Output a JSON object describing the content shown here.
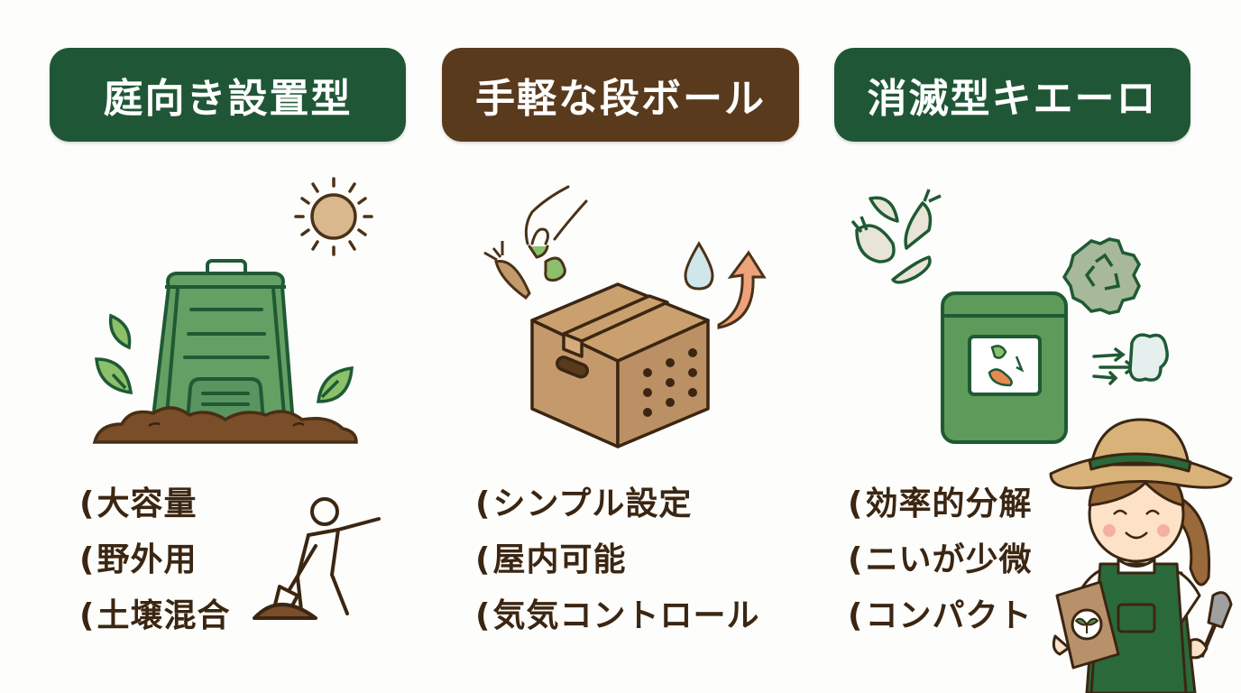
{
  "colors": {
    "green_header": "#1f5736",
    "brown_header": "#5a3a1c",
    "text_brown": "#3b2612",
    "bin_green": "#5e9a5a",
    "soil_brown": "#7a4e28",
    "cardboard": "#c49a6c"
  },
  "columns": [
    {
      "title": "庭向き設置型",
      "illustration": "garden-compost-bin",
      "features": [
        {
          "prefix": "(",
          "text": "大容量"
        },
        {
          "prefix": "(",
          "text": "野外用"
        },
        {
          "prefix": "(",
          "text": "土壌混合"
        }
      ]
    },
    {
      "title": "手軽な段ボール",
      "illustration": "cardboard-compost-box",
      "features": [
        {
          "prefix": "(",
          "text": "シンプル設定"
        },
        {
          "prefix": "(",
          "text": "屋内可能"
        },
        {
          "prefix": "(",
          "text": "気気コントロール"
        }
      ]
    },
    {
      "title": "消滅型キエーロ",
      "illustration": "kiero-decomposer-bin",
      "features": [
        {
          "prefix": "(",
          "text": "効率的分解"
        },
        {
          "prefix": "(",
          "text": "ニいが少微"
        },
        {
          "prefix": "(",
          "text": "コンパクト"
        }
      ]
    }
  ],
  "icons": {
    "sun": "sun-icon",
    "leaf": "leaf-icon",
    "shovel_person": "person-digging-icon",
    "hand": "hand-dropping-scraps-icon",
    "carrot": "carrot-icon",
    "water_drop": "water-drop-icon",
    "arrow_up": "arrow-up-icon",
    "gear_recycle": "gear-recycle-icon",
    "air_flow": "air-flow-icon",
    "gardener": "gardener-character"
  }
}
